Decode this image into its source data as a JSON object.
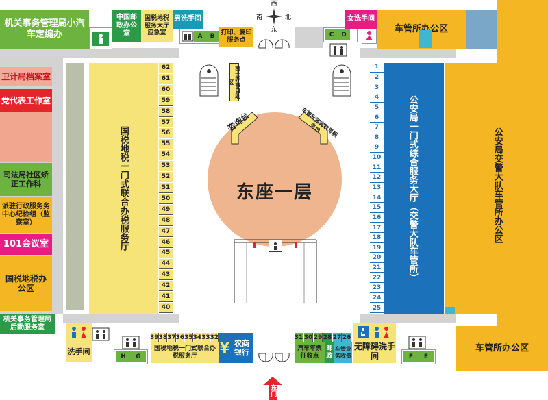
{
  "compass": {
    "west": "西",
    "north": "北",
    "south": "南",
    "east": "东"
  },
  "rooms": {
    "vehicle_quota": "机关事务管理局小汽车定编办",
    "post_office": "中国邮政办公室",
    "tax_emergency": "国税地税服务大厅应急室",
    "men_washroom_top": "男洗手间",
    "print_copy": "打印、复印服务点",
    "women_washroom": "女洗手间",
    "vehicle_office_top": "车管所办公区",
    "health_archive": "卫计局档案室",
    "party_rep": "党代表工作室",
    "justice": "司法局社区矫正工作科",
    "discipline": "派驻行政服务务中心纪检组（监察室）",
    "meeting_101": "101会议室",
    "tax_office": "国税地税办公区",
    "logistics": "机关事务管理局后勤服务室",
    "washroom_bottom": "洗手间",
    "tax_hall_small": "国税地税一门式联合办税服务厅",
    "bank": "农商银行",
    "car_fee": "汽车年票征收点",
    "post_small": "邮政",
    "vehicle_fee": "车管业务收费",
    "accessible": "无障碍洗手间",
    "vehicle_office_bottom": "车管所办公区",
    "tax_hall_big": "国税地税一门式联合办税服务厅",
    "police_hall": "公安局一门式综合服务大厅（交警大队车管所）",
    "traffic_office": "公安局交警大队车管所办公区",
    "self_service": "南士办事自助区",
    "inquiry_desk": "咨询台",
    "vehicle_inquiry": "车管所咨询取号服务台",
    "center_title": "东座一层",
    "east_gate": "东门"
  },
  "elevators": {
    "a": "A",
    "b": "B",
    "c": "C",
    "d": "D",
    "e": "E",
    "f": "F",
    "g": "G",
    "h": "H"
  },
  "tax_counters": [
    "62",
    "61",
    "60",
    "59",
    "58",
    "57",
    "56",
    "55",
    "54",
    "53",
    "52",
    "51",
    "50",
    "49",
    "48",
    "47",
    "46",
    "45",
    "44",
    "43",
    "42",
    "41",
    "40"
  ],
  "police_counters": [
    "1",
    "2",
    "3",
    "4",
    "5",
    "6",
    "7",
    "8",
    "9",
    "10",
    "11",
    "12",
    "13",
    "14",
    "15",
    "16",
    "17",
    "18",
    "19",
    "20",
    "21",
    "22",
    "23",
    "24",
    "25"
  ],
  "bottom_tax_counters": [
    "39",
    "38",
    "37",
    "36",
    "35",
    "34",
    "33",
    "32"
  ],
  "bottom_green_counters": [
    "31",
    "30",
    "29",
    "28",
    "27",
    "26"
  ],
  "colors": {
    "yellow": "#f7e479",
    "blue": "#1b72ba",
    "gold": "#f4b623",
    "orange_center": "#efb58e",
    "green_dark": "#2b9b4a",
    "green_light": "#6db33f",
    "red": "#e4262b",
    "pink": "#f4a99b",
    "magenta": "#e61e84",
    "teal": "#1a9bb5",
    "cyan": "#3fb7d1"
  }
}
